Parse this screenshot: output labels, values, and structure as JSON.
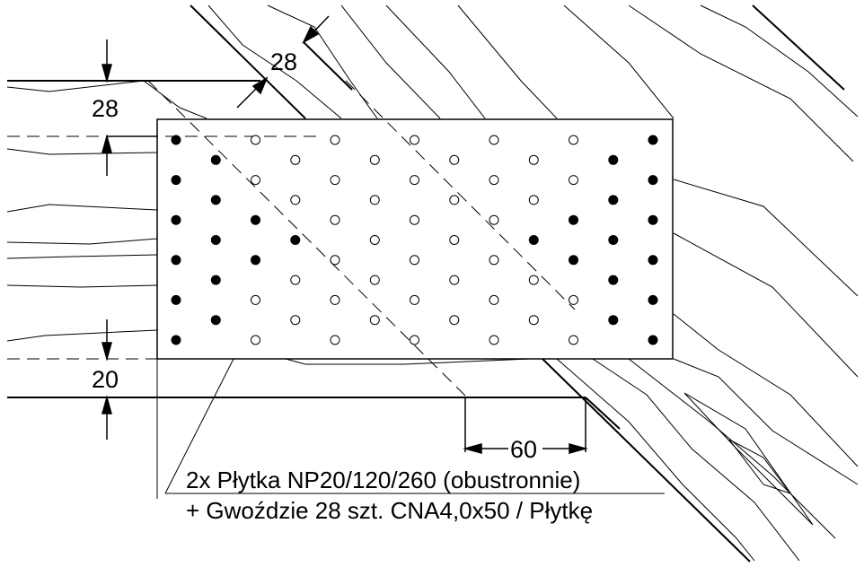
{
  "dimensions": {
    "top_offset": "28",
    "diagonal_offset": "28",
    "bottom_offset": "20",
    "end_distance": "60"
  },
  "caption": {
    "line1": "2x Płytka NP20/120/260 (obustronnie)",
    "line2": "+ Gwoździe 28 szt. CNA4,0x50 / Płytkę"
  },
  "plate": {
    "columns": 13,
    "rows": 11,
    "nailed_holes": [
      [
        0,
        0
      ],
      [
        0,
        2
      ],
      [
        0,
        4
      ],
      [
        0,
        6
      ],
      [
        0,
        8
      ],
      [
        0,
        10
      ],
      [
        1,
        1
      ],
      [
        1,
        3
      ],
      [
        1,
        5
      ],
      [
        1,
        7
      ],
      [
        1,
        9
      ],
      [
        2,
        4
      ],
      [
        2,
        6
      ],
      [
        3,
        5
      ],
      [
        9,
        5
      ],
      [
        10,
        4
      ],
      [
        10,
        6
      ],
      [
        11,
        1
      ],
      [
        11,
        3
      ],
      [
        11,
        5
      ],
      [
        11,
        7
      ],
      [
        11,
        9
      ],
      [
        12,
        0
      ],
      [
        12,
        2
      ],
      [
        12,
        4
      ],
      [
        12,
        6
      ],
      [
        12,
        8
      ],
      [
        12,
        10
      ]
    ]
  },
  "colors": {
    "line": "#000000",
    "background": "#ffffff"
  }
}
